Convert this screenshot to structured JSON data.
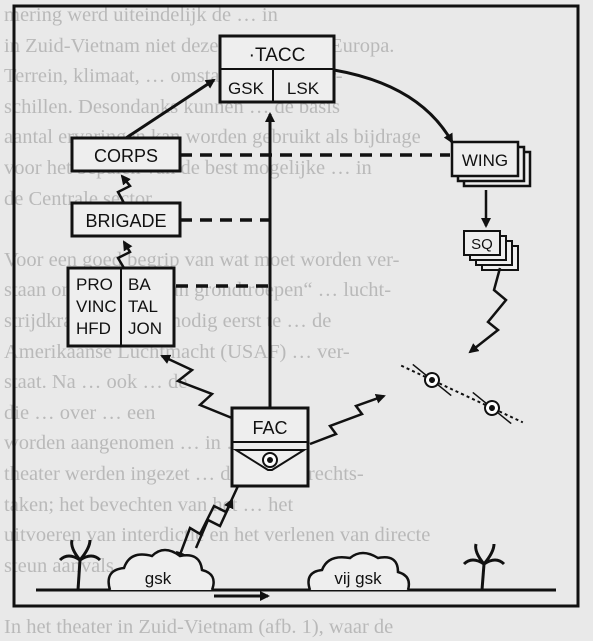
{
  "background_text": [
    "mering werd uiteindelijk de … in",
    "in Zuid-Vietnam niet dezelfde … als in Europa.",
    "Terrein, klimaat, … omstandigheden ver-",
    "schillen. Desondanks kunnen … de basis",
    "aantal ervaringen kan worden gebruikt als bijdrage",
    "voor het bepalen van de best mogelijke … in",
    "de Centrale sector.",
    "",
    "Voor een goed begrip van wat moet worden ver-",
    "staan onder „steun aan grondtroepen“ … lucht-",
    "strijdkrachten is het nodig eerst te … de",
    "Amerikaanse Luchtmacht (USAF) … ver-",
    "staat. Na … ook … de",
    "die … over … een",
    "worden aangenomen … in …",
    "theater werden ingezet … deze … gerechts-",
    "taken; het bevechten van het … het",
    "uitvoeren van interdictie en het verlenen van directe",
    "steun aanvals.",
    "",
    "In het theater in Zuid-Vietnam (afb. 1), waar de"
  ],
  "diagram": {
    "tacc": {
      "title": "·TACC",
      "left": "GSK",
      "right": "LSK"
    },
    "corps": "CORPS",
    "brigade": "BRIGADE",
    "provinc": [
      "PRO",
      "VINC",
      "HFD"
    ],
    "bataljon": [
      "BA",
      "TAL",
      "JON"
    ],
    "wing": "WING",
    "sq": "SQ",
    "fac": "FAC",
    "gsk": "gsk",
    "vij_gsk": "vij gsk"
  },
  "colors": {
    "ink": "#111111",
    "panel": "#eeeeee",
    "background_text": "#b9b9b9"
  }
}
